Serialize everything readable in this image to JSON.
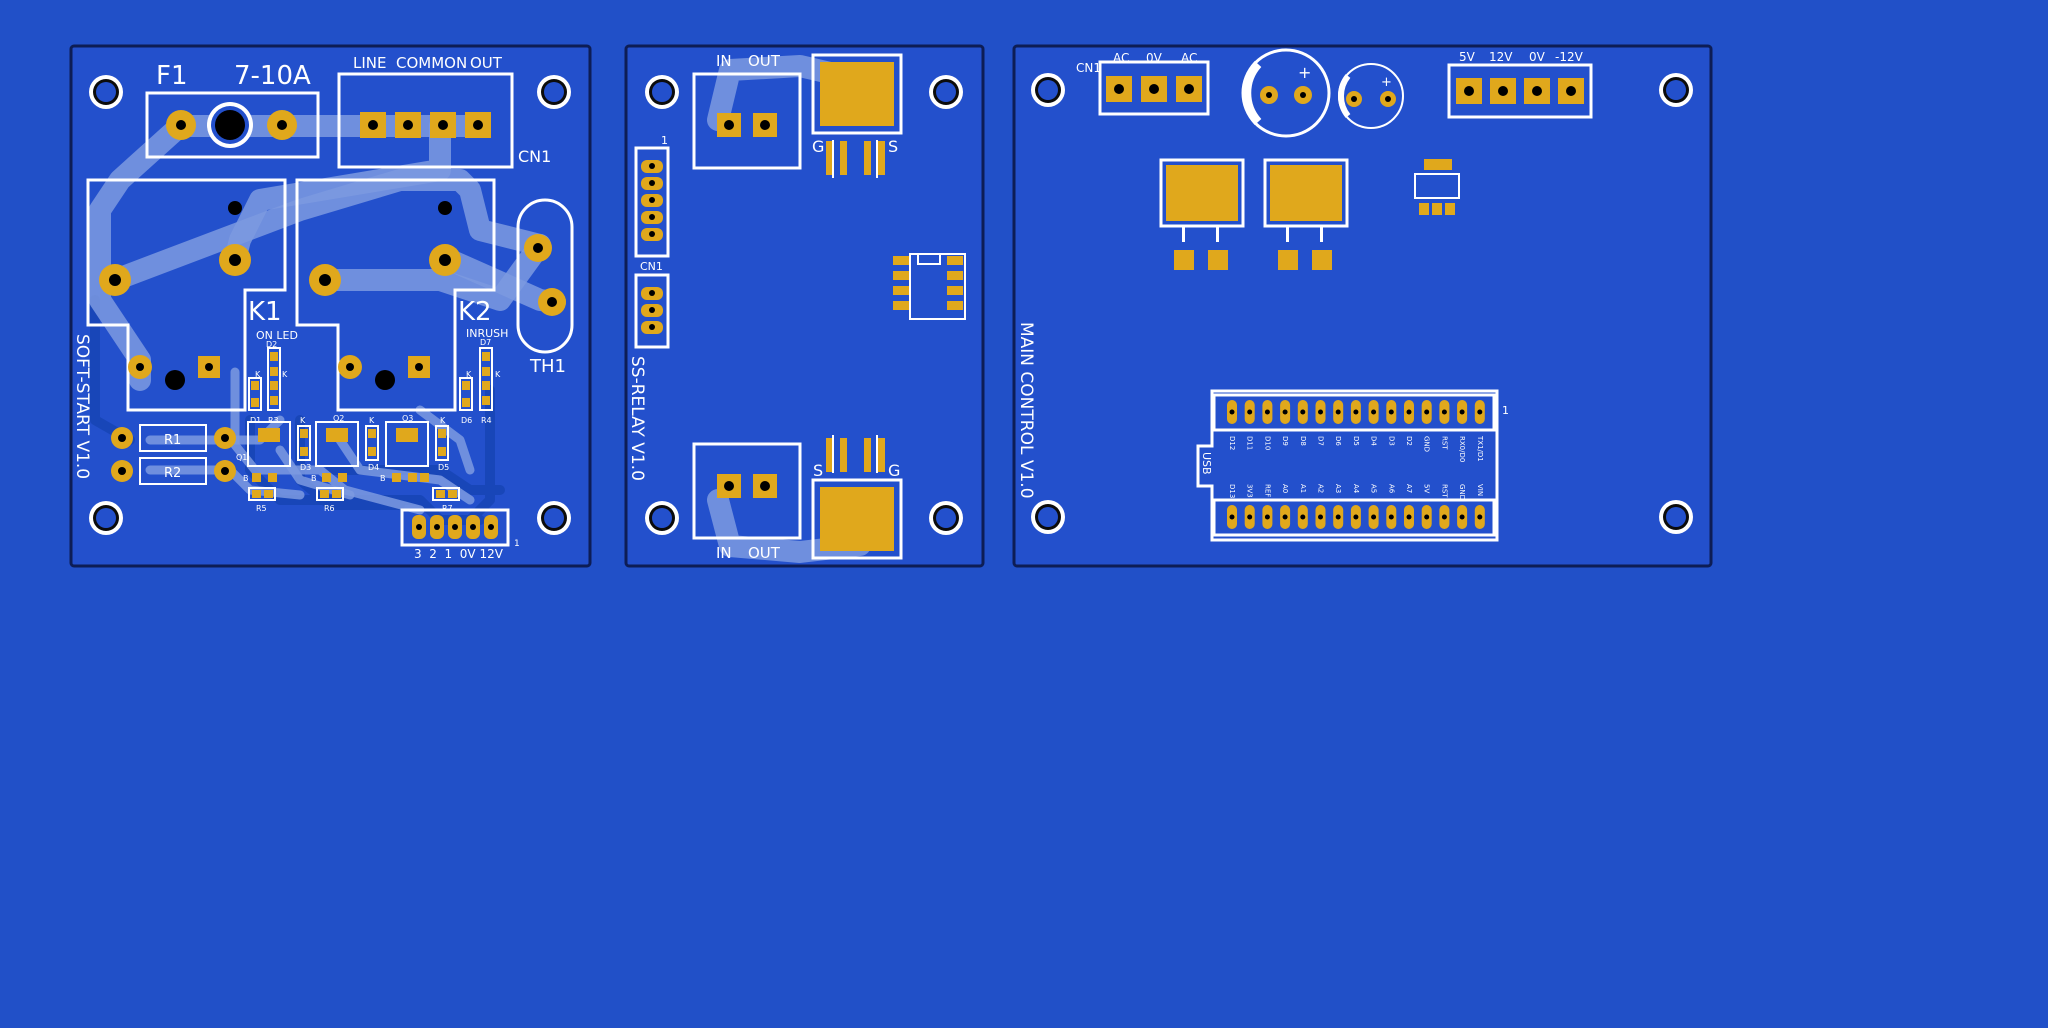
{
  "colors": {
    "background": "#2150c8",
    "board": "#2350cc",
    "board_edge": "#0d1d55",
    "copper_pad": "#e0a81c",
    "trace": "#7c9ae0",
    "trace_dark": "#1846b8",
    "silkscreen": "#ffffff",
    "drill": "#000000"
  },
  "boards": {
    "soft_start": {
      "title": "SOFT-START V1.0",
      "labels": {
        "f1": "F1",
        "fuse_rating": "7-10A",
        "line": "LINE",
        "common": "COMMON",
        "out": "OUT",
        "cn1": "CN1",
        "k1": "K1",
        "k2": "K2",
        "th1": "TH1",
        "on_led": "ON LED",
        "inrush": "INRUSH",
        "r1": "R1",
        "r2": "R2",
        "d1": "D1",
        "d2": "D2",
        "d3": "D3",
        "d4": "D4",
        "d5": "D5",
        "d6": "D6",
        "d7": "D7",
        "r3": "R3",
        "r4": "R4",
        "r5": "R5",
        "r6": "R6",
        "r7": "R7",
        "q1": "Q1",
        "q2": "Q2",
        "q3": "Q3",
        "k_mark": "K",
        "b_mark": "B",
        "pin1": "1",
        "header_pins": "3  2  1  0V 12V"
      }
    },
    "ss_relay": {
      "title": "SS-RELAY V1.0",
      "labels": {
        "in_top": "IN",
        "out_top": "OUT",
        "in_bottom": "IN",
        "out_bottom": "OUT",
        "g_top": "G",
        "s_top": "S",
        "s_bottom": "S",
        "g_bottom": "G",
        "cn1": "CN1",
        "pin1": "1"
      }
    },
    "main_control": {
      "title": "MAIN CONTROL V1.0",
      "labels": {
        "cn1": "CN1",
        "ac_left": "AC",
        "zero_v": "0V",
        "ac_right": "AC",
        "v5": "5V",
        "v12": "12V",
        "v0": "0V",
        "vneg12": "-12V",
        "plus": "+",
        "usb": "USB",
        "pin1": "1"
      },
      "nano_top_pins": [
        "D12",
        "D11",
        "D10",
        "D9",
        "D8",
        "D7",
        "D6",
        "D5",
        "D4",
        "D3",
        "D2",
        "GND",
        "RST",
        "RX0/D0",
        "TX1/D1"
      ],
      "nano_bottom_pins": [
        "D13",
        "3V3",
        "REF",
        "A0",
        "A1",
        "A2",
        "A3",
        "A4",
        "A5",
        "A6",
        "A7",
        "5V",
        "RST",
        "GND",
        "VIN"
      ]
    }
  }
}
